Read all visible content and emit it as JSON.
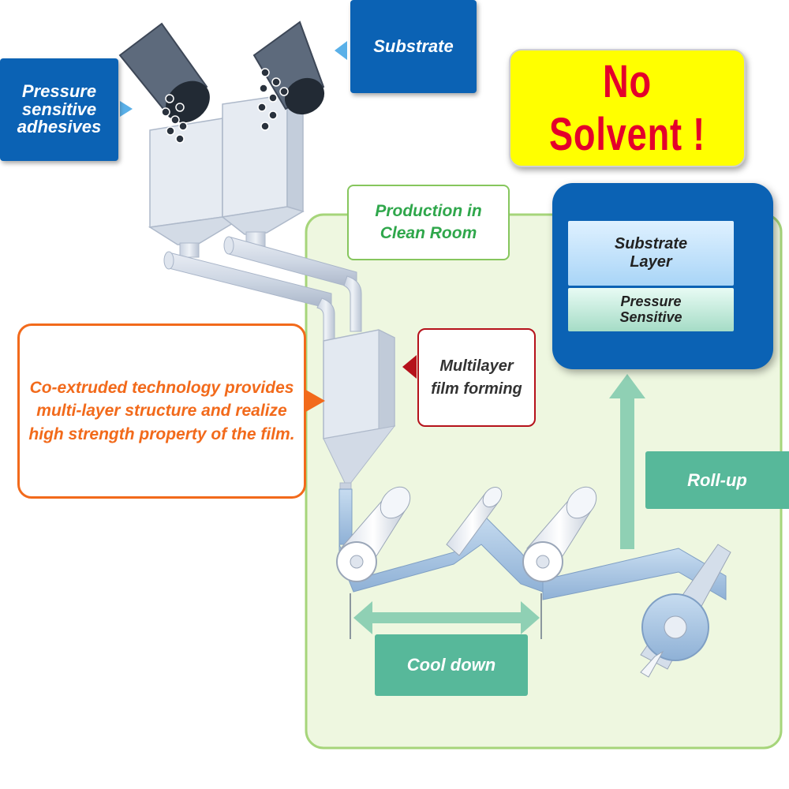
{
  "labels": {
    "pressure_adhesives": "Pressure\nsensitive\nadhesives",
    "substrate": "Substrate",
    "no_solvent": "No Solvent !",
    "clean_room": "Production in\nClean Room",
    "coextruded": "Co-extruded technology provides multi-layer structure and realize high strength property of the film.",
    "multilayer": "Multilayer\nfilm forming",
    "substrate_layer": "Substrate\nLayer",
    "pressure_sensitive_layer": "Pressure\nSensitive",
    "roll_up": "Roll-up",
    "cool_down": "Cool down"
  },
  "colors": {
    "label_blue": "#0b62b4",
    "no_solvent_bg": "#ffff00",
    "no_solvent_text": "#e4002b",
    "clean_room_green": "#2fa74b",
    "clean_room_bg": "#eef7e0",
    "callout_orange": "#f26a1b",
    "callout_red": "#b5121b",
    "teal": "#57b89a",
    "machine_light": "#dce3ee",
    "film_blue": "#a9c8e6"
  },
  "icons": [
    "hopper-icon",
    "bucket-icon",
    "pellet-icon",
    "pipe-icon",
    "roller-icon",
    "film-roll-icon",
    "arrow-icon"
  ]
}
